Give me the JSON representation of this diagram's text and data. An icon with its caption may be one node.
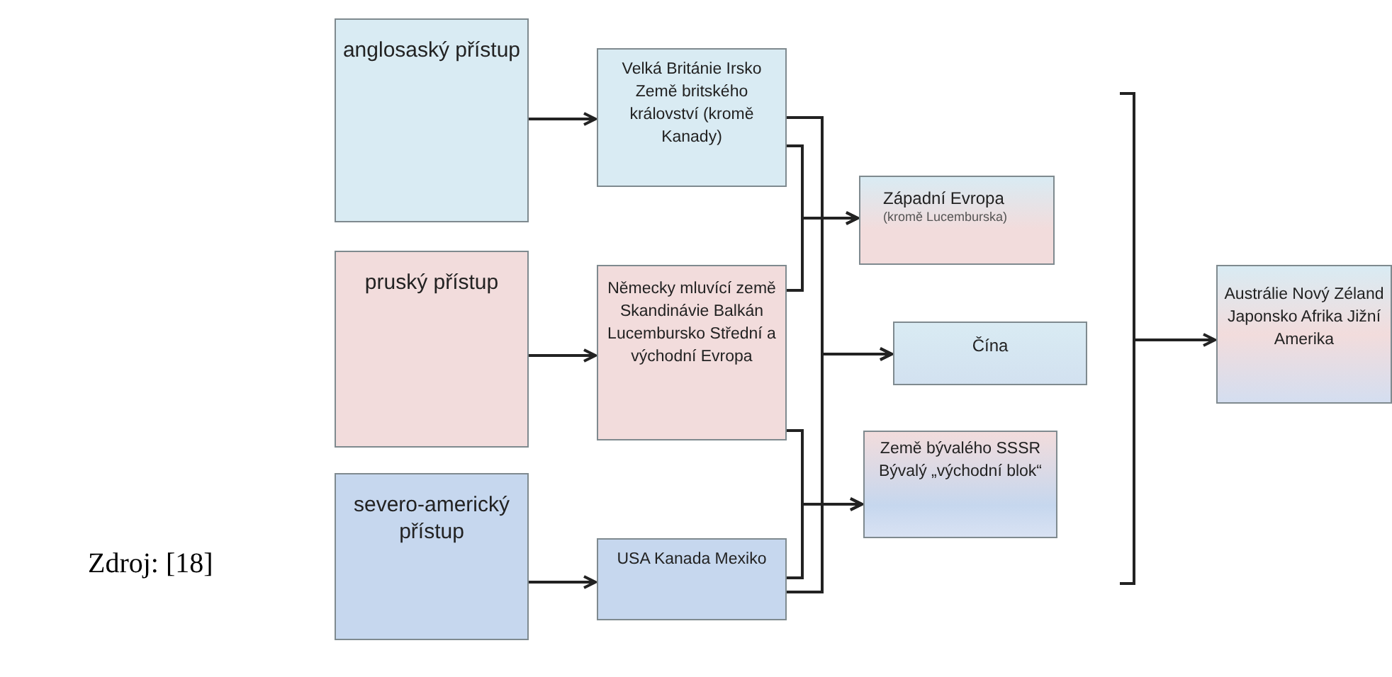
{
  "diagram": {
    "nodes": [
      {
        "text": [
          "anglosaský přístup"
        ]
      },
      {
        "text": [
          "pruský přístup"
        ]
      },
      {
        "text": [
          "severo-americký přístup"
        ]
      },
      {
        "text": [
          "Velká Británie Irsko Země britského království (kromě Kanady)"
        ]
      },
      {
        "text": [
          "Německy mluvící země Skandinávie Balkán Lucembursko Střední a východní Evropa"
        ]
      },
      {
        "text": [
          "USA Kanada Mexiko"
        ]
      },
      {
        "text": [
          "Západní Evropa",
          "(kromě Lucemburska)"
        ]
      },
      {
        "text": [
          "Čína"
        ]
      },
      {
        "text": [
          "Země bývalého SSSR Bývalý „východní blok“"
        ]
      },
      {
        "text": [
          "Austrálie Nový Zéland Japonsko Afrika Jižní Amerika"
        ]
      }
    ],
    "edges": [
      {
        "from": 0,
        "to": 3,
        "arrow": "to"
      },
      {
        "from": 1,
        "to": 4,
        "arrow": "to"
      },
      {
        "from": 2,
        "to": 5,
        "arrow": "to"
      },
      {
        "from": 3,
        "to": 6,
        "arrow": "to"
      },
      {
        "from": 4,
        "to": 6,
        "arrow": "to"
      },
      {
        "from": 3,
        "to": 7,
        "arrow": "to"
      },
      {
        "from": 5,
        "to": 7,
        "arrow": "to"
      },
      {
        "from": 4,
        "to": 8,
        "arrow": "to"
      },
      {
        "from": 5,
        "to": 8,
        "arrow": "to"
      },
      {
        "from": null,
        "to": 9,
        "arrow": "to"
      }
    ],
    "labels": [
      "Zdroj: [18]"
    ]
  }
}
